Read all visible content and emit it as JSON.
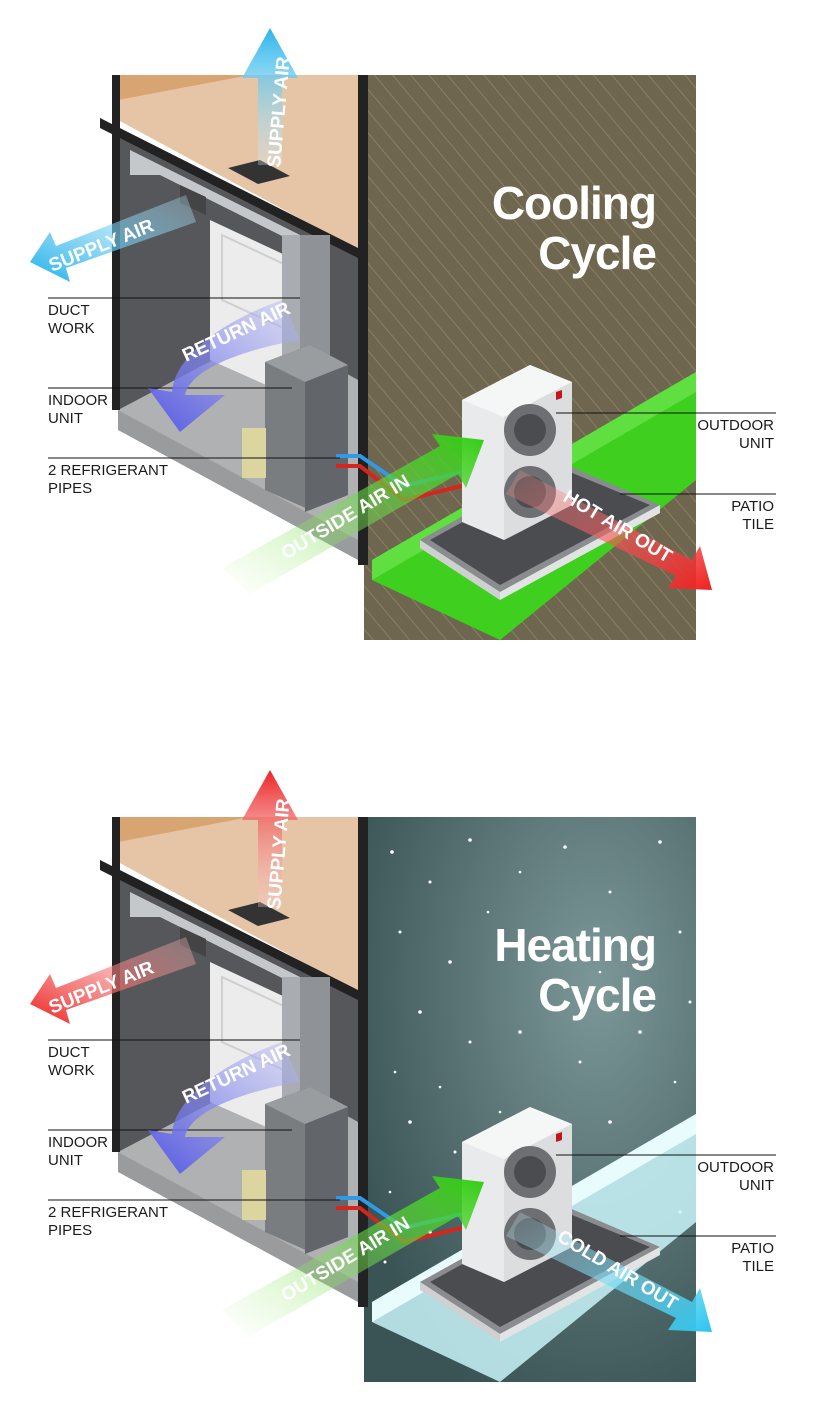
{
  "panels": [
    {
      "title_line1": "Cooling",
      "title_line2": "Cycle",
      "supply_air_up": "SUPPLY AIR",
      "supply_air_left": "SUPPLY AIR",
      "return_air": "RETURN AIR",
      "outside_air_in": "OUTSIDE AIR IN",
      "exhaust_air": "HOT AIR OUT",
      "labels": {
        "duct_work": "DUCT\nWORK",
        "indoor_unit": "INDOOR\nUNIT",
        "refrigerant_pipes": "2 REFRIGERANT\nPIPES",
        "outdoor_unit": "OUTDOOR\nUNIT",
        "patio_tile": "PATIO\nTILE"
      },
      "colors": {
        "supply": "#3bb8e8",
        "exhaust": "#ee2b2b",
        "outside_wall": "#6f6650",
        "ground": "#3fcf1e"
      }
    },
    {
      "title_line1": "Heating",
      "title_line2": "Cycle",
      "supply_air_up": "SUPPLY AIR",
      "supply_air_left": "SUPPLY AIR",
      "return_air": "RETURN AIR",
      "outside_air_in": "OUTSIDE AIR IN",
      "exhaust_air": "COLD AIR OUT",
      "labels": {
        "duct_work": "DUCT\nWORK",
        "indoor_unit": "INDOOR\nUNIT",
        "refrigerant_pipes": "2 REFRIGERANT\nPIPES",
        "outdoor_unit": "OUTDOOR\nUNIT",
        "patio_tile": "PATIO\nTILE"
      },
      "colors": {
        "supply": "#ee2b2b",
        "exhaust": "#3fc8ee",
        "outside_wall": "#4d6a6b",
        "ground": "#c8f4f8"
      }
    }
  ]
}
